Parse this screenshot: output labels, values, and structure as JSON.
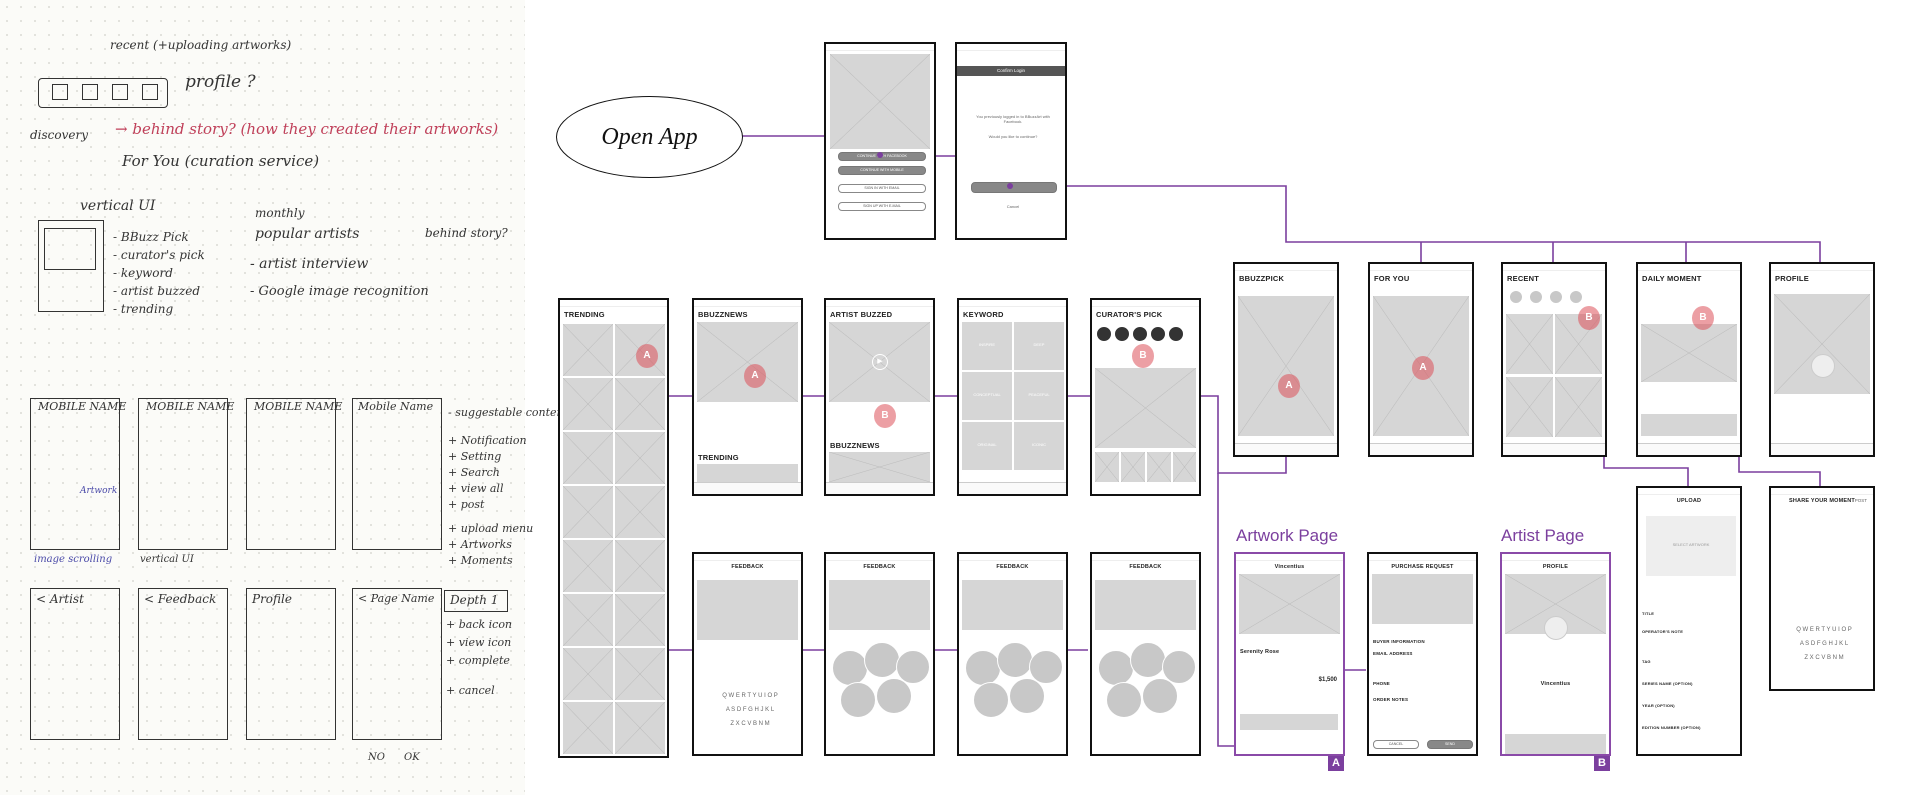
{
  "open_app": "Open App",
  "sketch": {
    "notes": [
      "recent (+uploading artworks)",
      "profile ?",
      "discovery",
      "→ behind story? (how they created their artworks)",
      "For You (curation service)",
      "vertical UI",
      "- BBuzz Pick",
      "- curator's pick",
      "- keyword",
      "- artist buzzed",
      "- trending",
      "monthly",
      "popular artists",
      "- artist interview",
      "- Google image recognition",
      "behind story?"
    ],
    "screens_row2": [
      "MOBILE NAME",
      "MOBILE NAME",
      "MOBILE NAME",
      "Mobile Name"
    ],
    "notes_row2": [
      "- suggestable contents",
      "+ Notification",
      "+ Setting",
      "+ Search",
      "+ view all",
      "+ post",
      "+ upload menu",
      "+ Artworks",
      "+ Moments",
      "vertical UI",
      "image scrolling",
      "Artwork"
    ],
    "screens_row3": [
      "< Artist",
      "< Feedback",
      "Profile",
      "< Page Name"
    ],
    "depth_label": "Depth 1",
    "depth_items": [
      "+ back icon",
      "+ view icon",
      "+ complete",
      "+ cancel"
    ],
    "bottom_labels": [
      "NO",
      "OK"
    ]
  },
  "login": {
    "top_screen_buttons": [
      "CONTINUE WITH FACEBOOK",
      "CONTINUE WITH MOBILE",
      "SIGN IN WITH EMAIL",
      "SIGN UP WITH E-MAIL"
    ],
    "fb_screen": {
      "header": "Confirm Login",
      "text": "You previously logged in to BBuzzArt with Facebook.",
      "question": "Would you like to continue?",
      "cancel": "Cancel"
    }
  },
  "home_screens": [
    {
      "title": "BBUZZPICK"
    },
    {
      "title": "FOR YOU"
    },
    {
      "title": "RECENT"
    },
    {
      "title": "DAILY MOMENT"
    },
    {
      "title": "PROFILE"
    }
  ],
  "discover_screens": [
    {
      "title": "TRENDING"
    },
    {
      "title": "BBUZZNEWS",
      "subtitle": "TRENDING"
    },
    {
      "title": "ARTIST BUZZED",
      "subtitle": "BBUZZNEWS"
    },
    {
      "title": "KEYWORD",
      "tiles": [
        "INSPIRE",
        "DEEP",
        "CONCEPTUAL",
        "PEACEFUL",
        "ORIGINAL",
        "ICONIC"
      ]
    },
    {
      "title": "CURATOR'S PICK"
    }
  ],
  "feedback_screens": [
    {
      "title": "FEEDBACK"
    },
    {
      "title": "FEEDBACK"
    },
    {
      "title": "FEEDBACK"
    },
    {
      "title": "FEEDBACK"
    }
  ],
  "keyboard_rows": [
    "Q W E R T Y U I O P",
    "A S D F G H J K L",
    "Z X C V B N M"
  ],
  "artwork_page": {
    "label": "Artwork Page",
    "artist": "Vincentius",
    "price_name": "Serenity Rose",
    "price": "$1,500",
    "buy": "PURCHASE REQUEST",
    "sections": [
      "BUYER INFORMATION",
      "EMAIL ADDRESS",
      "PHONE",
      "ORDER NOTES"
    ],
    "buttons": [
      "CANCEL",
      "SEND"
    ]
  },
  "artist_page": {
    "label": "Artist Page",
    "title": "PROFILE",
    "name": "Vincentius"
  },
  "upload_screen": {
    "title": "UPLOAD",
    "select": "SELECT ARTWORK",
    "fields": [
      "TITLE",
      "OPERATOR'S NOTE",
      "TAG",
      "SERIES NAME (OPTION)",
      "YEAR (OPTION)",
      "EDITION NUMBER (OPTION)"
    ]
  },
  "share_screen": {
    "title": "SHARE YOUR MOMENT",
    "post": "POST"
  },
  "badges": [
    "A",
    "B"
  ],
  "hand_markers": [
    "A",
    "B"
  ],
  "accent_color": "#7b3f9e"
}
